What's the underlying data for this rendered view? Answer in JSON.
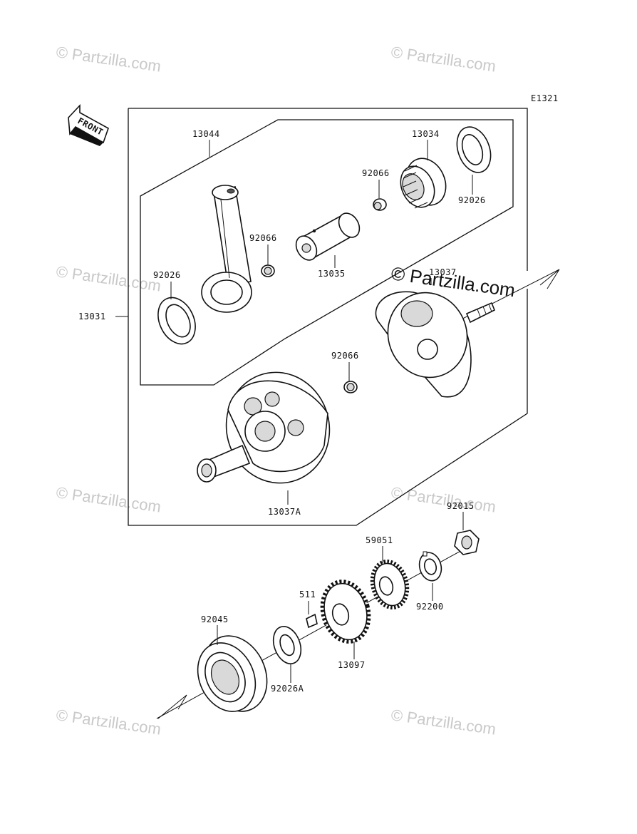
{
  "diagram_code": "E1321",
  "front_label": "FRONT",
  "watermark_text": "© Partzilla.com",
  "watermark_dark": "© Partzilla.com",
  "parts": {
    "p13044": "13044",
    "p13034": "13034",
    "p92066_top": "92066",
    "p92026_right": "92026",
    "p92066_mid": "92066",
    "p13035": "13035",
    "p92026_left": "92026",
    "p13031": "13031",
    "p13037": "13037",
    "p92066_low": "92066",
    "p13037A": "13037A",
    "p92015": "92015",
    "p59051": "59051",
    "p511": "511",
    "p92200": "92200",
    "p92045": "92045",
    "p13097": "13097",
    "p92026A": "92026A"
  }
}
